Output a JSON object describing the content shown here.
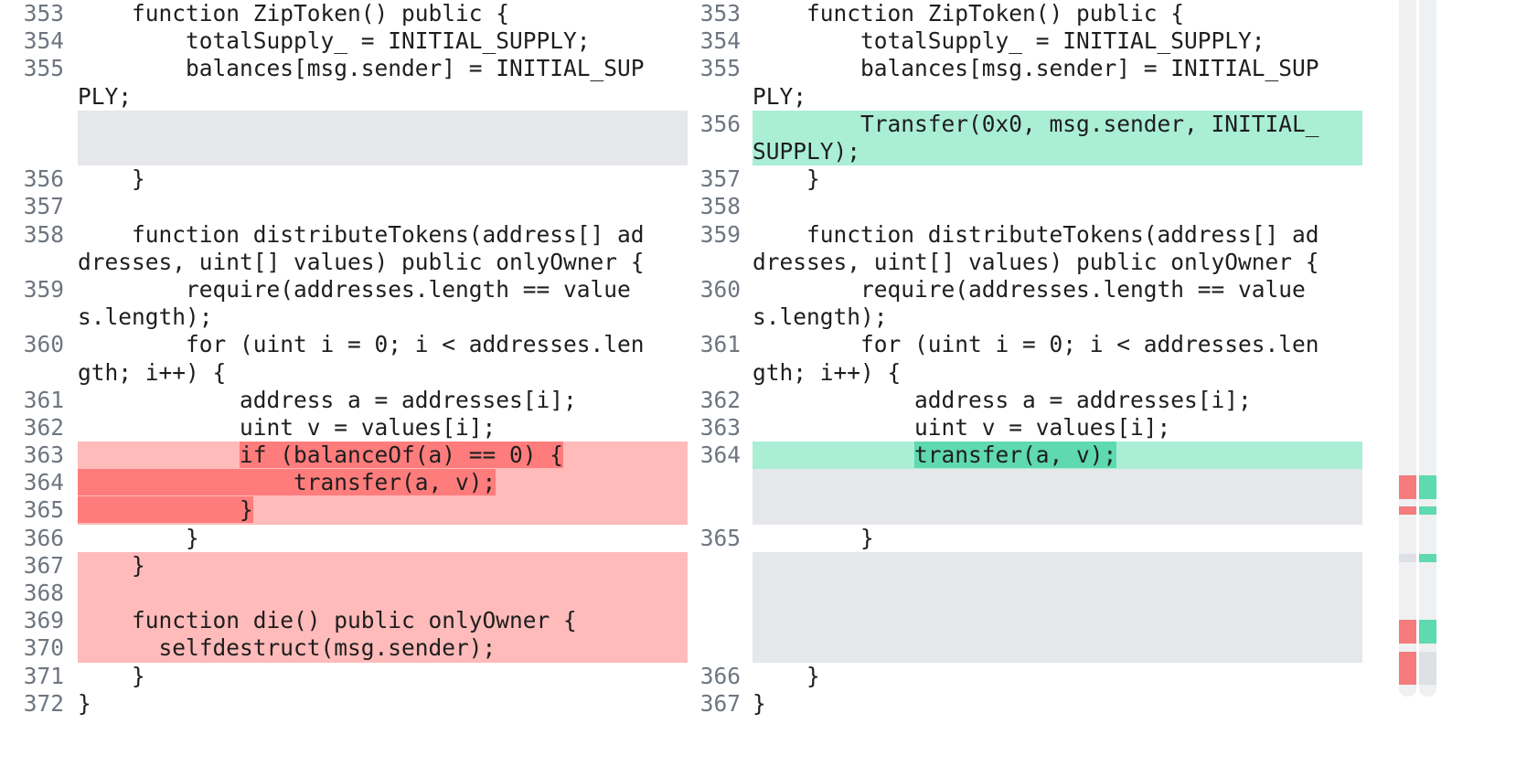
{
  "left": {
    "rows": [
      {
        "num": "353",
        "lines": [
          "    function ZipToken() public {"
        ],
        "type": "context"
      },
      {
        "num": "354",
        "lines": [
          "        totalSupply_ = INITIAL_SUPPLY;"
        ],
        "type": "context"
      },
      {
        "num": "355",
        "lines": [
          "        balances[msg.sender] = INITIAL_SUP",
          "PLY;"
        ],
        "type": "context"
      },
      {
        "num": "",
        "lines": [
          "",
          ""
        ],
        "type": "blank"
      },
      {
        "num": "356",
        "lines": [
          "    }"
        ],
        "type": "context"
      },
      {
        "num": "357",
        "lines": [
          ""
        ],
        "type": "context"
      },
      {
        "num": "358",
        "lines": [
          "    function distributeTokens(address[] ad",
          "dresses, uint[] values) public onlyOwner {"
        ],
        "type": "context"
      },
      {
        "num": "359",
        "lines": [
          "        require(addresses.length == value",
          "s.length);"
        ],
        "type": "context"
      },
      {
        "num": "360",
        "lines": [
          "        for (uint i = 0; i < addresses.len",
          "gth; i++) {"
        ],
        "type": "context"
      },
      {
        "num": "361",
        "lines": [
          "            address a = addresses[i];"
        ],
        "type": "context"
      },
      {
        "num": "362",
        "lines": [
          "            uint v = values[i];"
        ],
        "type": "context"
      },
      {
        "num": "363",
        "indent": "            ",
        "hl": "if (balanceOf(a) == 0) {",
        "type": "del-partial"
      },
      {
        "num": "364",
        "indent": "",
        "hl": "                transfer(a, v);",
        "type": "del-full"
      },
      {
        "num": "365",
        "indent": "",
        "hl": "            }",
        "type": "del-full"
      },
      {
        "num": "366",
        "lines": [
          "        }"
        ],
        "type": "context"
      },
      {
        "num": "367",
        "lines": [
          "    }"
        ],
        "type": "del"
      },
      {
        "num": "368",
        "lines": [
          ""
        ],
        "type": "del"
      },
      {
        "num": "369",
        "lines": [
          "    function die() public onlyOwner {"
        ],
        "type": "del"
      },
      {
        "num": "370",
        "lines": [
          "      selfdestruct(msg.sender);"
        ],
        "type": "del"
      },
      {
        "num": "371",
        "lines": [
          "    }"
        ],
        "type": "context"
      },
      {
        "num": "372",
        "lines": [
          "}"
        ],
        "type": "context"
      }
    ]
  },
  "right": {
    "rows": [
      {
        "num": "353",
        "lines": [
          "    function ZipToken() public {"
        ],
        "type": "context"
      },
      {
        "num": "354",
        "lines": [
          "        totalSupply_ = INITIAL_SUPPLY;"
        ],
        "type": "context"
      },
      {
        "num": "355",
        "lines": [
          "        balances[msg.sender] = INITIAL_SUP",
          "PLY;"
        ],
        "type": "context"
      },
      {
        "num": "356",
        "lines": [
          "        Transfer(0x0, msg.sender, INITIAL_",
          "SUPPLY);"
        ],
        "type": "ins"
      },
      {
        "num": "357",
        "lines": [
          "    }"
        ],
        "type": "context"
      },
      {
        "num": "358",
        "lines": [
          ""
        ],
        "type": "context"
      },
      {
        "num": "359",
        "lines": [
          "    function distributeTokens(address[] ad",
          "dresses, uint[] values) public onlyOwner {"
        ],
        "type": "context"
      },
      {
        "num": "360",
        "lines": [
          "        require(addresses.length == value",
          "s.length);"
        ],
        "type": "context"
      },
      {
        "num": "361",
        "lines": [
          "        for (uint i = 0; i < addresses.len",
          "gth; i++) {"
        ],
        "type": "context"
      },
      {
        "num": "362",
        "lines": [
          "            address a = addresses[i];"
        ],
        "type": "context"
      },
      {
        "num": "363",
        "lines": [
          "            uint v = values[i];"
        ],
        "type": "context"
      },
      {
        "num": "364",
        "indent": "            ",
        "hl": "transfer(a, v);",
        "type": "ins-partial"
      },
      {
        "num": "",
        "lines": [
          "",
          ""
        ],
        "type": "blank"
      },
      {
        "num": "365",
        "lines": [
          "        }"
        ],
        "type": "context"
      },
      {
        "num": "",
        "lines": [
          "",
          "",
          "",
          ""
        ],
        "type": "blank"
      },
      {
        "num": "366",
        "lines": [
          "    }"
        ],
        "type": "context"
      },
      {
        "num": "367",
        "lines": [
          "}"
        ],
        "type": "context"
      }
    ]
  },
  "colors": {
    "del_bg": "#ffbaba",
    "del_hl": "#ff7c7c",
    "ins_bg": "#aaeed6",
    "ins_hl": "#5ed9b0",
    "blank_bg": "#e5e7ea",
    "line_number": "#6e7681"
  }
}
